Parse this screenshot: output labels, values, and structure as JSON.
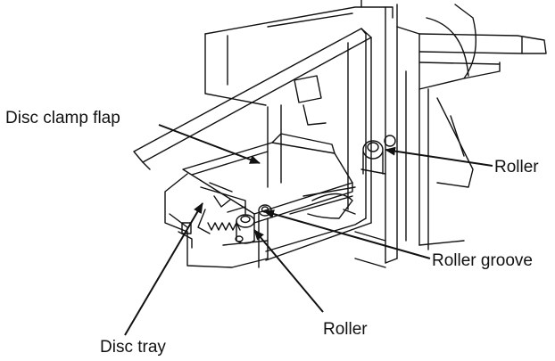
{
  "diagram": {
    "labels": {
      "disc_clamp_flap": "Disc clamp flap",
      "roller_right": "Roller",
      "roller_groove": "Roller groove",
      "roller_bottom": "Roller",
      "disc_tray": "Disc tray"
    },
    "colors": {
      "ink": "#111111",
      "background": "#ffffff"
    }
  }
}
